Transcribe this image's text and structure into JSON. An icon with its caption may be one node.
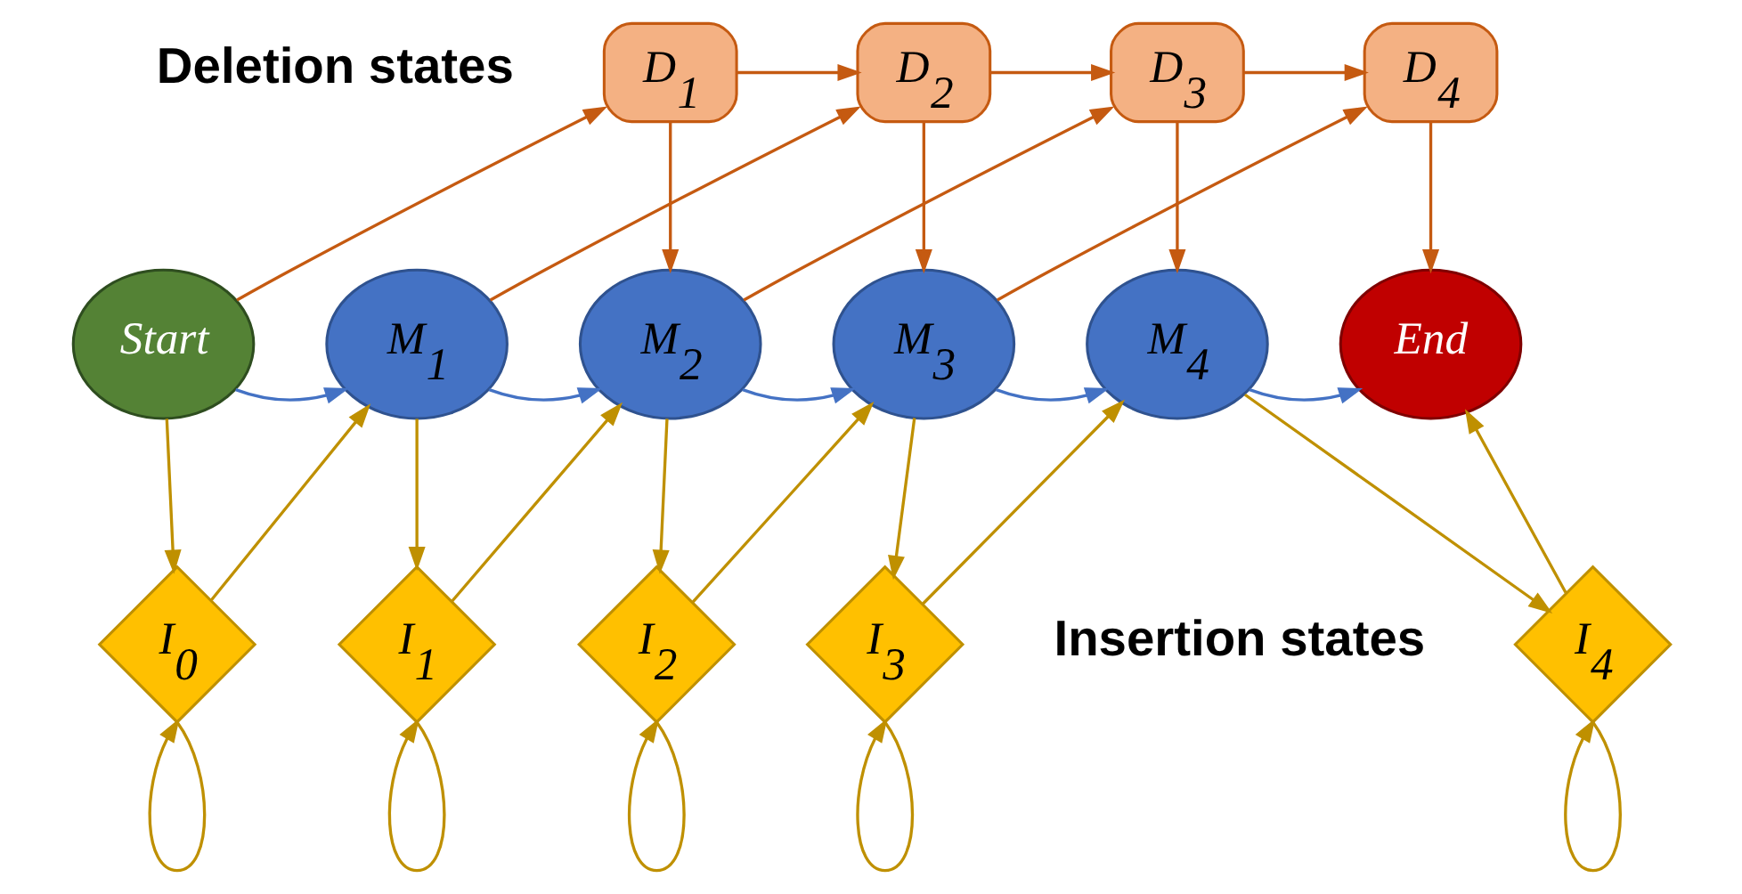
{
  "diagram": {
    "nodes": [
      {
        "text": [
          "D$_{1}$"
        ]
      },
      {
        "text": [
          "D$_{2}$"
        ]
      },
      {
        "text": [
          "D$_{3}$"
        ]
      },
      {
        "text": [
          "D$_{4}$"
        ]
      },
      {
        "text": [
          "Start"
        ]
      },
      {
        "text": [
          "M$_{1}$"
        ]
      },
      {
        "text": [
          "M$_{2}$"
        ]
      },
      {
        "text": [
          "M$_{3}$"
        ]
      },
      {
        "text": [
          "M$_{4}$"
        ]
      },
      {
        "text": [
          "End"
        ]
      },
      {
        "text": [
          "I$_{0}$"
        ]
      },
      {
        "text": [
          "I$_{1}$"
        ]
      },
      {
        "text": [
          "I$_{2}$"
        ]
      },
      {
        "text": [
          "I$_{3}$"
        ]
      },
      {
        "text": [
          "I$_{4}$"
        ]
      }
    ],
    "edges": [
      {
        "from": 4,
        "to": 5,
        "arrow": "to",
        "color": "#4472c4"
      },
      {
        "from": 5,
        "to": 6,
        "arrow": "to",
        "color": "#4472c4"
      },
      {
        "from": 6,
        "to": 7,
        "arrow": "to",
        "color": "#4472c4"
      },
      {
        "from": 7,
        "to": 8,
        "arrow": "to",
        "color": "#4472c4"
      },
      {
        "from": 8,
        "to": 9,
        "arrow": "to",
        "color": "#4472c4"
      },
      {
        "from": 4,
        "to": 0,
        "arrow": "to",
        "color": "#c55a11"
      },
      {
        "from": 0,
        "to": 1,
        "arrow": "to",
        "color": "#c55a11"
      },
      {
        "from": 1,
        "to": 2,
        "arrow": "to",
        "color": "#c55a11"
      },
      {
        "from": 2,
        "to": 3,
        "arrow": "to",
        "color": "#c55a11"
      },
      {
        "from": 3,
        "to": 9,
        "arrow": "to",
        "color": "#c55a11"
      },
      {
        "from": 0,
        "to": 6,
        "arrow": "to",
        "color": "#c55a11"
      },
      {
        "from": 1,
        "to": 7,
        "arrow": "to",
        "color": "#c55a11"
      },
      {
        "from": 2,
        "to": 8,
        "arrow": "to",
        "color": "#c55a11"
      },
      {
        "from": 5,
        "to": 1,
        "arrow": "to",
        "color": "#c55a11"
      },
      {
        "from": 6,
        "to": 2,
        "arrow": "to",
        "color": "#c55a11"
      },
      {
        "from": 7,
        "to": 3,
        "arrow": "to",
        "color": "#c55a11"
      },
      {
        "from": 4,
        "to": 10,
        "arrow": "to"
      },
      {
        "from": 10,
        "to": 5,
        "arrow": "to"
      },
      {
        "from": 5,
        "to": 11,
        "arrow": "to"
      },
      {
        "from": 11,
        "to": 6,
        "arrow": "to"
      },
      {
        "from": 6,
        "to": 12,
        "arrow": "to"
      },
      {
        "from": 12,
        "to": 7,
        "arrow": "to"
      },
      {
        "from": 7,
        "to": 13,
        "arrow": "to"
      },
      {
        "from": 13,
        "to": 8,
        "arrow": "to"
      },
      {
        "from": 8,
        "to": 14,
        "arrow": "to"
      },
      {
        "from": 14,
        "to": 9,
        "arrow": "to"
      },
      {
        "from": 10,
        "to": 10,
        "arrow": "to"
      },
      {
        "from": 11,
        "to": 11,
        "arrow": "to"
      },
      {
        "from": 12,
        "to": 12,
        "arrow": "to"
      },
      {
        "from": 13,
        "to": 13,
        "arrow": "to"
      },
      {
        "from": 14,
        "to": 14,
        "arrow": "to"
      }
    ],
    "labels": [
      "Deletion states",
      "Insertion states"
    ]
  }
}
